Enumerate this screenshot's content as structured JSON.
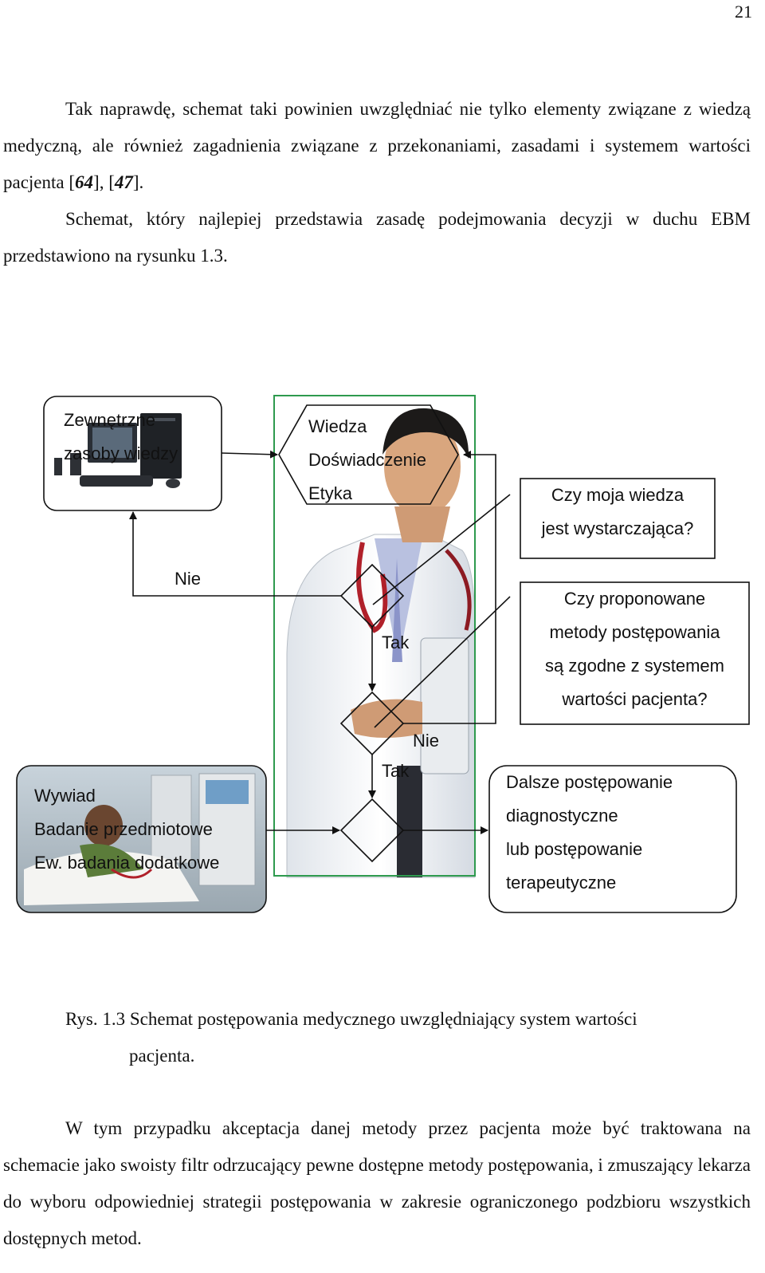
{
  "page_number": "21",
  "paragraph1_parts": [
    "Tak naprawdę, schemat taki powinien uwzględniać nie tylko elementy związane z wiedzą medyczną, ale również zagadnienia związane z przekonaniami, zasadami i systemem wartości pacjenta [",
    "64",
    "], [",
    "47",
    "]."
  ],
  "paragraph2": "Schemat, który najlepiej przedstawia zasadę podejmowania decyzji w duchu EBM przedstawiono na rysunku 1.3.",
  "figure": {
    "external_resources": [
      "Zewnętrzne",
      "zasoby wiedzy"
    ],
    "knowledge_box": [
      "Wiedza",
      "Doświadczenie",
      "Etyka"
    ],
    "question1": [
      "Czy moja wiedza",
      "jest wystarczająca?"
    ],
    "question2": [
      "Czy proponowane",
      "metody postępowania",
      "są zgodne z systemem",
      "wartości pacjenta?"
    ],
    "patient_data": [
      "Wywiad",
      "Badanie przedmiotowe",
      "Ew. badania dodatkowe"
    ],
    "next_steps": [
      "Dalsze postępowanie",
      "diagnostyczne",
      "lub postępowanie",
      "terapeutyczne"
    ],
    "label_no_1": "Nie",
    "label_yes_1": "Tak",
    "label_no_2": "Nie",
    "label_yes_2": "Tak",
    "colors": {
      "green_frame": "#2e9a4e",
      "line": "#111111"
    }
  },
  "caption_line1": "Rys. 1.3 Schemat postępowania medycznego uwzględniający system wartości",
  "caption_line2": "pacjenta.",
  "paragraph3": "W tym przypadku akceptacja danej metody przez pacjenta może być traktowana na schemacie jako swoisty filtr odrzucający pewne dostępne metody postępowania, i zmuszający lekarza do wyboru odpowiedniej strategii postępowania w zakresie ograniczonego podzbioru wszystkich dostępnych metod."
}
